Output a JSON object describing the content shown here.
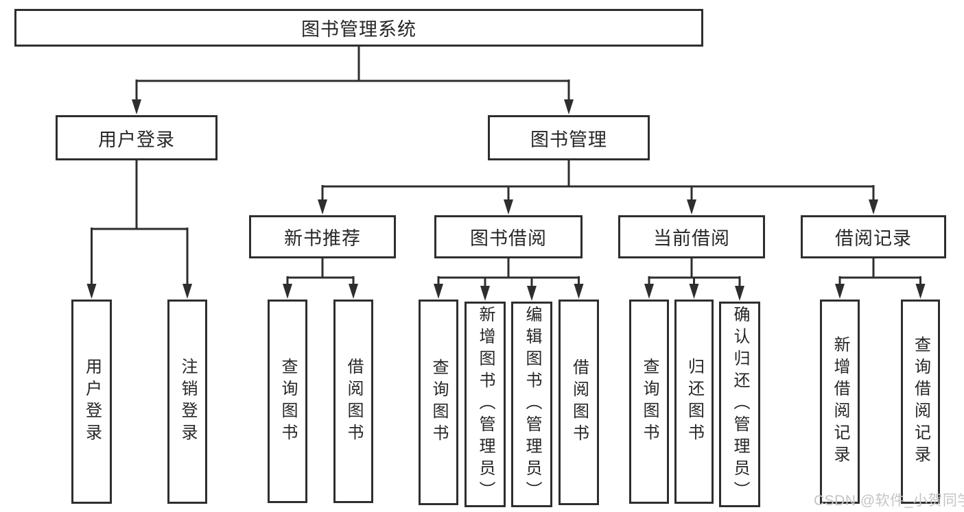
{
  "nodes": {
    "root": {
      "label": "图书管理系统"
    },
    "level2": [
      {
        "id": "user-login",
        "label": "用户登录"
      },
      {
        "id": "book-management",
        "label": "图书管理"
      }
    ],
    "level3": [
      {
        "id": "new-book-recommend",
        "label": "新书推荐"
      },
      {
        "id": "book-borrowing",
        "label": "图书借阅"
      },
      {
        "id": "current-borrowing",
        "label": "当前借阅"
      },
      {
        "id": "borrowing-records",
        "label": "借阅记录"
      }
    ],
    "leaves": [
      {
        "id": "user-login",
        "label": "用户登录"
      },
      {
        "id": "logout",
        "label": "注销登录"
      },
      {
        "id": "query-books-recommend",
        "label": "查询图书"
      },
      {
        "id": "borrow-books-recommend",
        "label": "借阅图书"
      },
      {
        "id": "query-books-borrowing",
        "label": "查询图书"
      },
      {
        "id": "add-books-admin",
        "label": "新增图书（管理员）"
      },
      {
        "id": "edit-books-admin",
        "label": "编辑图书（管理员）"
      },
      {
        "id": "borrow-books-borrowing",
        "label": "借阅图书"
      },
      {
        "id": "query-books-current",
        "label": "查询图书"
      },
      {
        "id": "return-books",
        "label": "归还图书"
      },
      {
        "id": "confirm-return-admin",
        "label": "确认归还（管理员）"
      },
      {
        "id": "add-borrow-record",
        "label": "新增借阅记录"
      },
      {
        "id": "query-borrow-record",
        "label": "查询借阅记录"
      }
    ]
  },
  "watermark": {
    "text": "CSDN @软件_小贺同学"
  },
  "colors": {
    "line": "#2e2e2e",
    "text": "#262626",
    "background": "#ffffff",
    "watermark": "#c4c4c4"
  }
}
